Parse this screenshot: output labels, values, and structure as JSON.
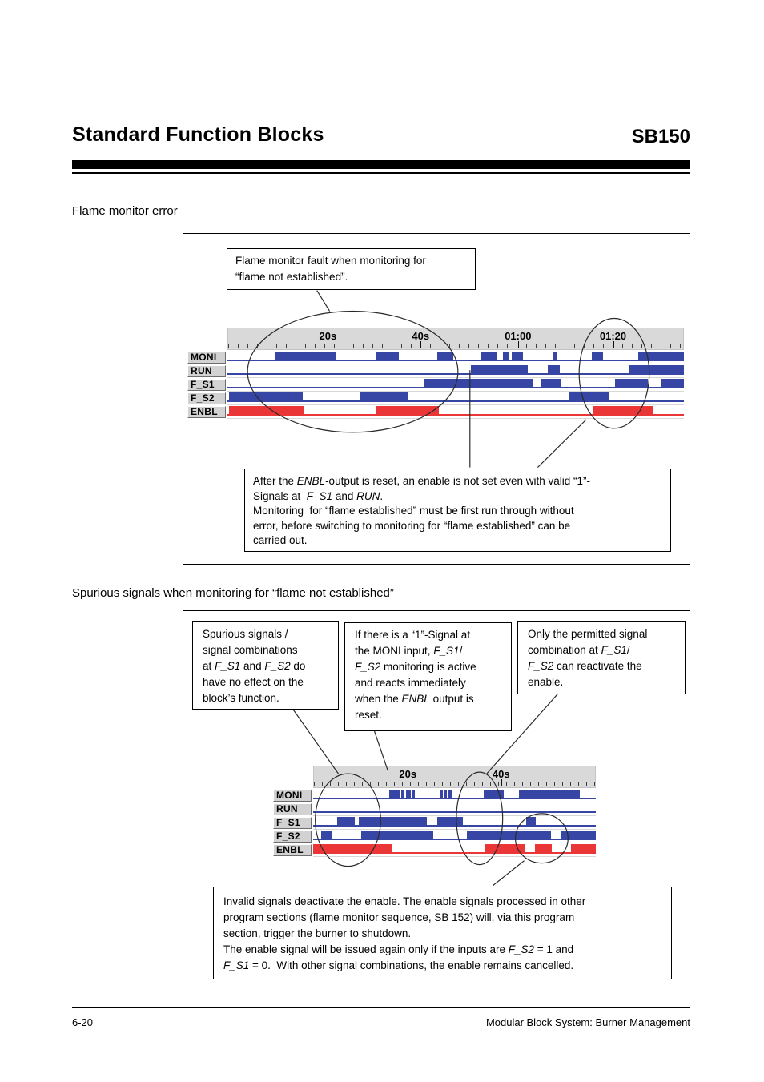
{
  "header": {
    "title": "Standard Function Blocks",
    "code": "SB150"
  },
  "sections": {
    "flame_monitor_error_heading": "Flame monitor error",
    "spurious_signals_heading": "Spurious signals when monitoring for “flame not established”"
  },
  "figure1": {
    "callout": [
      [
        {
          "t": "Flame monitor fault when monitoring for"
        }
      ],
      [
        {
          "t": "“flame not established”."
        }
      ]
    ],
    "note": [
      [
        {
          "t": "After the "
        },
        {
          "t": "ENBL",
          "i": true
        },
        {
          "t": "-output is reset, an enable is not set even with valid “1”-"
        }
      ],
      [
        {
          "t": "Signals at  "
        },
        {
          "t": "F_S1",
          "i": true
        },
        {
          "t": " and "
        },
        {
          "t": "RUN",
          "i": true
        },
        {
          "t": "."
        }
      ],
      [
        {
          "t": "Monitoring  for “flame established” must be first run through without"
        }
      ],
      [
        {
          "t": "error, before switching to monitoring for “flame established” can be"
        }
      ],
      [
        {
          "t": "carried out."
        }
      ]
    ],
    "diagram": {
      "axis_labels": [
        {
          "text": "20s",
          "pos": 21.9
        },
        {
          "text": "40s",
          "pos": 42.3
        },
        {
          "text": "01:00",
          "pos": 63.7
        },
        {
          "text": "01:20",
          "pos": 84.6
        }
      ],
      "rows": [
        {
          "label": "MONI",
          "color": "signal_blue",
          "segments": [
            [
              10.5,
              23.7
            ],
            [
              32.5,
              37.5
            ],
            [
              46.0,
              49.5
            ],
            [
              55.6,
              59.1
            ],
            [
              60.4,
              61.8
            ],
            [
              62.3,
              64.7
            ],
            [
              71.2,
              72.3
            ],
            [
              79.8,
              82.3
            ],
            [
              90.0,
              100
            ]
          ]
        },
        {
          "label": "RUN",
          "color": "signal_blue",
          "segments": [
            [
              53.3,
              65.8
            ],
            [
              70.2,
              72.8
            ],
            [
              88.1,
              100
            ]
          ]
        },
        {
          "label": "F_S1",
          "color": "signal_blue",
          "segments": [
            [
              43.0,
              67.0
            ],
            [
              68.6,
              73.2
            ],
            [
              84.9,
              92.1
            ],
            [
              95.1,
              100
            ]
          ]
        },
        {
          "label": "F_S2",
          "color": "signal_blue",
          "segments": [
            [
              0.4,
              16.5
            ],
            [
              28.9,
              39.5
            ],
            [
              74.9,
              83.7
            ]
          ]
        },
        {
          "label": "ENBL",
          "color": "signal_red",
          "segments": [
            [
              0.4,
              16.7
            ],
            [
              32.5,
              46.3
            ],
            [
              80.0,
              93.3
            ]
          ]
        }
      ]
    }
  },
  "figure2": {
    "callout_left": [
      [
        {
          "t": "Spurious signals /"
        }
      ],
      [
        {
          "t": "signal combinations"
        }
      ],
      [
        {
          "t": "at "
        },
        {
          "t": "F_S1",
          "i": true
        },
        {
          "t": " and "
        },
        {
          "t": "F_S2",
          "i": true
        },
        {
          "t": " do"
        }
      ],
      [
        {
          "t": "have no effect on the"
        }
      ],
      [
        {
          "t": "block’s function."
        }
      ]
    ],
    "callout_middle": [
      [
        {
          "t": "If there is a “1”-Signal at"
        }
      ],
      [
        {
          "t": "the MONI input, "
        },
        {
          "t": "F_S1",
          "i": true
        },
        {
          "t": "/"
        }
      ],
      [
        {
          "t": "F_S2",
          "i": true
        },
        {
          "t": " monitoring is active"
        }
      ],
      [
        {
          "t": "and reacts immediately"
        }
      ],
      [
        {
          "t": "when the "
        },
        {
          "t": "ENBL",
          "i": true
        },
        {
          "t": " output is"
        }
      ],
      [
        {
          "t": "reset."
        }
      ]
    ],
    "callout_right": [
      [
        {
          "t": "Only the permitted signal"
        }
      ],
      [
        {
          "t": "combination at "
        },
        {
          "t": "F_S1",
          "i": true
        },
        {
          "t": "/"
        }
      ],
      [
        {
          "t": "F_S2",
          "i": true
        },
        {
          "t": " can reactivate the"
        }
      ],
      [
        {
          "t": "enable."
        }
      ]
    ],
    "note": [
      [
        {
          "t": "Invalid signals deactivate the enable. The enable signals processed in other"
        }
      ],
      [
        {
          "t": "program sections (flame monitor sequence, SB 152) will, via this program"
        }
      ],
      [
        {
          "t": "section, trigger the burner to shutdown."
        }
      ],
      [
        {
          "t": "The enable signal will be issued again only if the inputs are "
        },
        {
          "t": "F_S2",
          "i": true
        },
        {
          "t": " = 1 and"
        }
      ],
      [
        {
          "t": "F_S1",
          "i": true
        },
        {
          "t": " = 0.  With other signal combinations, the enable remains cancelled."
        }
      ]
    ],
    "diagram": {
      "axis_labels": [
        {
          "text": "20s",
          "pos": 33.4
        },
        {
          "text": "40s",
          "pos": 66.6
        }
      ],
      "rows": [
        {
          "label": "MONI",
          "color": "signal_blue",
          "segments": [
            [
              26.9,
              30.6
            ],
            [
              31.2,
              32.3
            ],
            [
              32.9,
              34.6
            ],
            [
              35.1,
              36.0
            ],
            [
              44.8,
              45.9
            ],
            [
              46.5,
              47.3
            ],
            [
              47.6,
              49.3
            ],
            [
              60.3,
              67.4
            ],
            [
              72.8,
              94.3
            ]
          ]
        },
        {
          "label": "RUN",
          "color": "signal_blue",
          "segments": []
        },
        {
          "label": "F_S1",
          "color": "signal_blue",
          "segments": [
            [
              8.5,
              14.7
            ],
            [
              16.1,
              40.2
            ],
            [
              43.9,
              53.0
            ],
            [
              75.4,
              78.8
            ]
          ]
        },
        {
          "label": "F_S2",
          "color": "signal_blue",
          "segments": [
            [
              2.8,
              6.5
            ],
            [
              17.0,
              42.5
            ],
            [
              54.4,
              84.1
            ],
            [
              87.8,
              100
            ]
          ]
        },
        {
          "label": "ENBL",
          "color": "signal_red",
          "segments": [
            [
              0,
              27.8
            ],
            [
              60.9,
              75.1
            ],
            [
              78.5,
              84.4
            ],
            [
              91.2,
              100
            ]
          ]
        }
      ]
    }
  },
  "footer": {
    "page_number": "6-20",
    "manual_title": "Modular Block System: Burner Management"
  },
  "colors": {
    "signal_blue": "#3746a5",
    "signal_red": "#ea3636",
    "axis_background": "#d9d9d9",
    "label_background": "#d2d2d2"
  }
}
